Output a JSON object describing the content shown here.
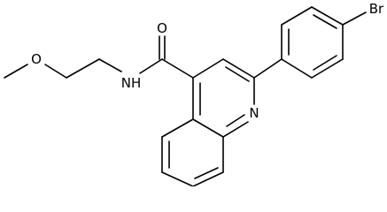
{
  "structure": {
    "atoms": {
      "oxygen_methoxy": "O",
      "oxygen_carbonyl": "O",
      "amide_nh": "NH",
      "quinoline_n": "N",
      "bromine": "Br"
    }
  }
}
